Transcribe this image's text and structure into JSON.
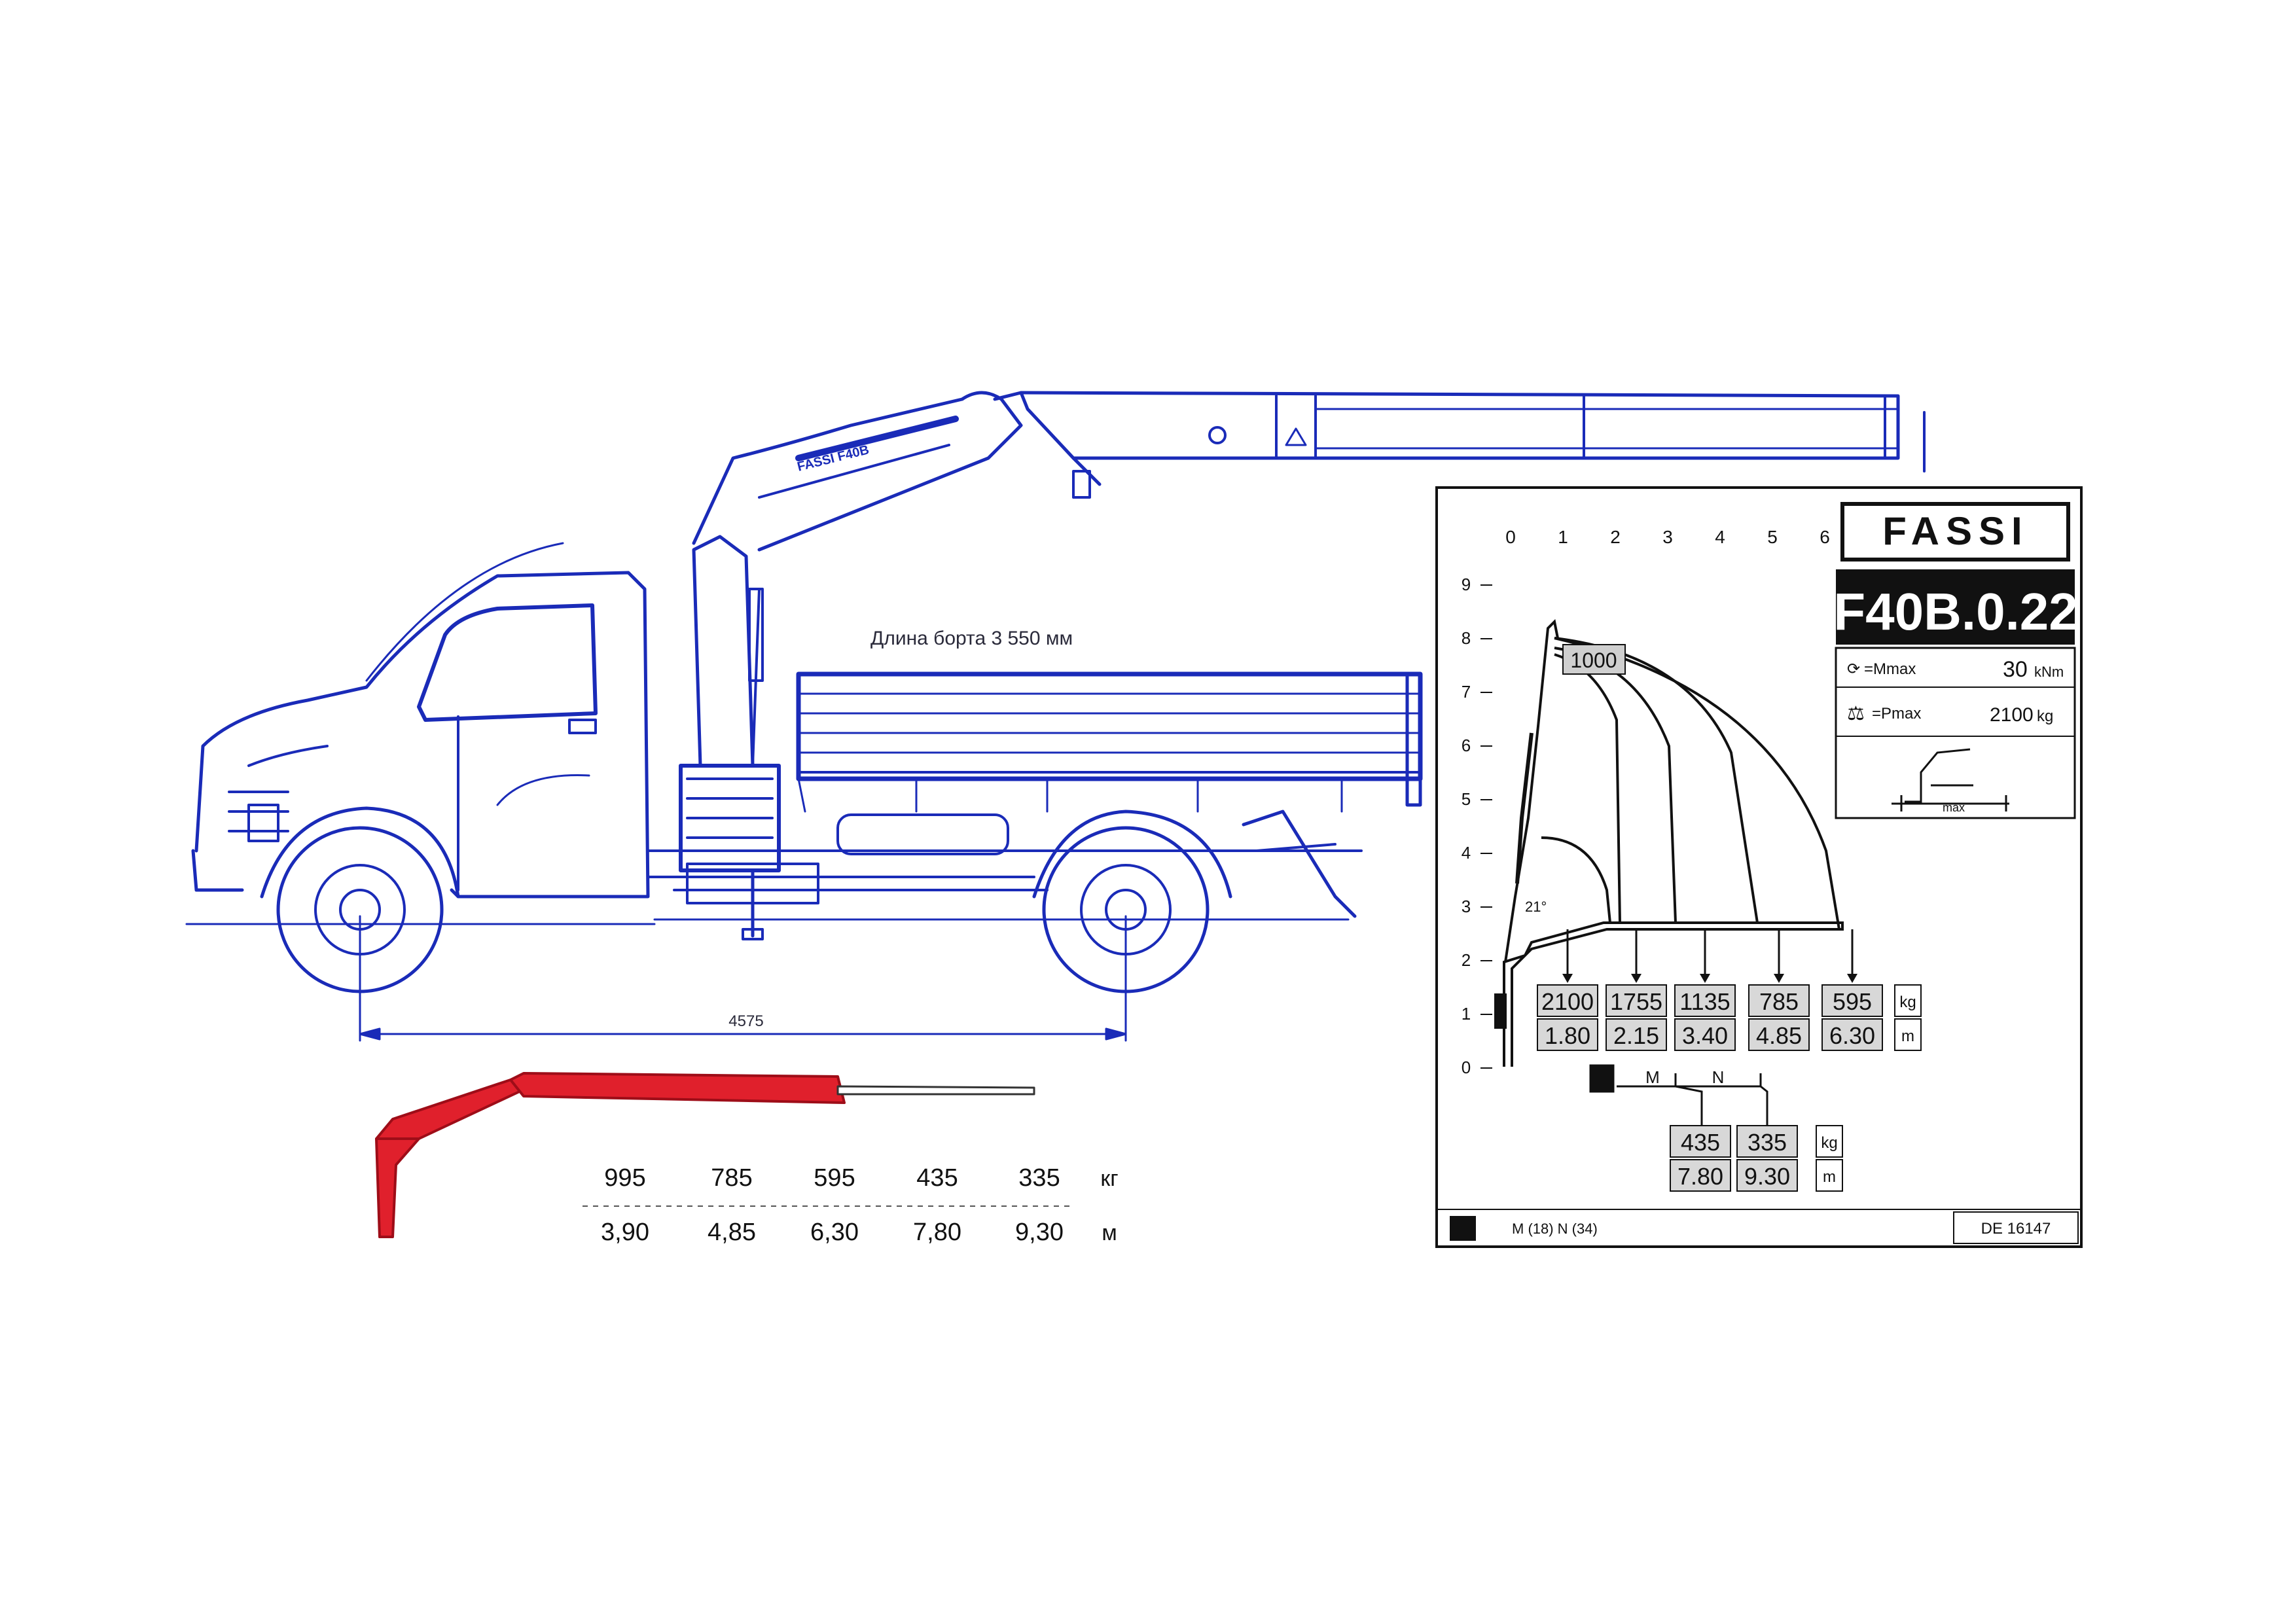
{
  "truck": {
    "body_length_caption": "Длина борта 3 550 мм",
    "wheelbase_label": "4575",
    "crane_brand_on_boom": "FASSI F40B"
  },
  "load_table_ru": {
    "weights": [
      "995",
      "785",
      "595",
      "435",
      "335"
    ],
    "weight_unit": "кг",
    "reaches": [
      "3,90",
      "4,85",
      "6,30",
      "7,80",
      "9,30"
    ],
    "reach_unit": "м"
  },
  "fassi_sheet": {
    "logo": "FASSI",
    "model": "F40B.0.22",
    "mmax_label": "=Mmax",
    "mmax_value": "30",
    "mmax_unit": "kNm",
    "pmax_label": "=Pmax",
    "pmax_value": "2100",
    "pmax_unit": "kg",
    "max_label": "max",
    "x_ticks": [
      "0",
      "1",
      "2",
      "3",
      "4",
      "5",
      "6"
    ],
    "y_ticks": [
      "9",
      "8",
      "7",
      "6",
      "5",
      "4",
      "3",
      "2",
      "1",
      "0"
    ],
    "tip_load": "1000",
    "angle": "21°",
    "row1": {
      "weights": [
        "2100",
        "1755",
        "1135",
        "785",
        "595"
      ],
      "reaches": [
        "1.80",
        "2.15",
        "3.40",
        "4.85",
        "6.30"
      ],
      "weight_unit": "kg",
      "reach_unit": "m"
    },
    "row2": {
      "labels": [
        "M",
        "N"
      ],
      "weights": [
        "435",
        "335"
      ],
      "reaches": [
        "7.80",
        "9.30"
      ],
      "weight_unit": "kg",
      "reach_unit": "m"
    },
    "footer_left": "M (18) N (34)",
    "footer_right": "DE 16147"
  },
  "colors": {
    "line_blue": "#1a2bb8",
    "boom_red": "#e0202c",
    "sheet_black": "#111111"
  }
}
